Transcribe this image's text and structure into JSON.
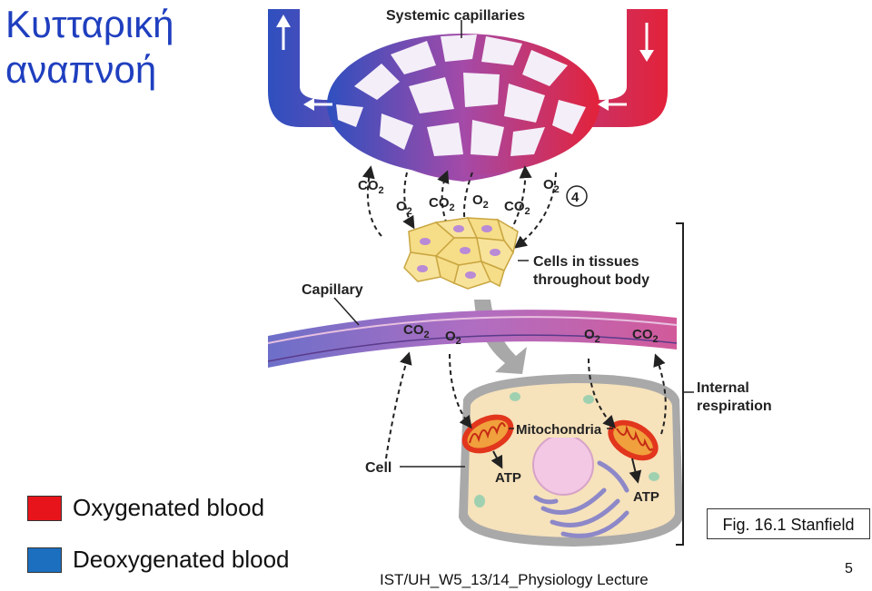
{
  "slide": {
    "title_line1": "Κυτταρική",
    "title_line2": "αναπνοή",
    "footer": "IST/UH_W5_13/14_Physiology Lecture",
    "page_number": "5",
    "figure_reference": "Fig. 16.1 Stanfield"
  },
  "legend": [
    {
      "label": "Oxygenated blood",
      "color": "#e8141b"
    },
    {
      "label": "Deoxygenated blood",
      "color": "#1c6fbf"
    }
  ],
  "diagram": {
    "systemic_capillaries": "Systemic capillaries",
    "cells_in_tissues": "Cells in tissues",
    "throughout_body": "throughout body",
    "capillary": "Capillary",
    "cell": "Cell",
    "mitochondria": "Mitochondria",
    "atp_left": "ATP",
    "atp_right": "ATP",
    "internal": "Internal",
    "respiration": "respiration",
    "step_number": "4",
    "co2": "CO",
    "o2": "O",
    "sub2": "2"
  }
}
